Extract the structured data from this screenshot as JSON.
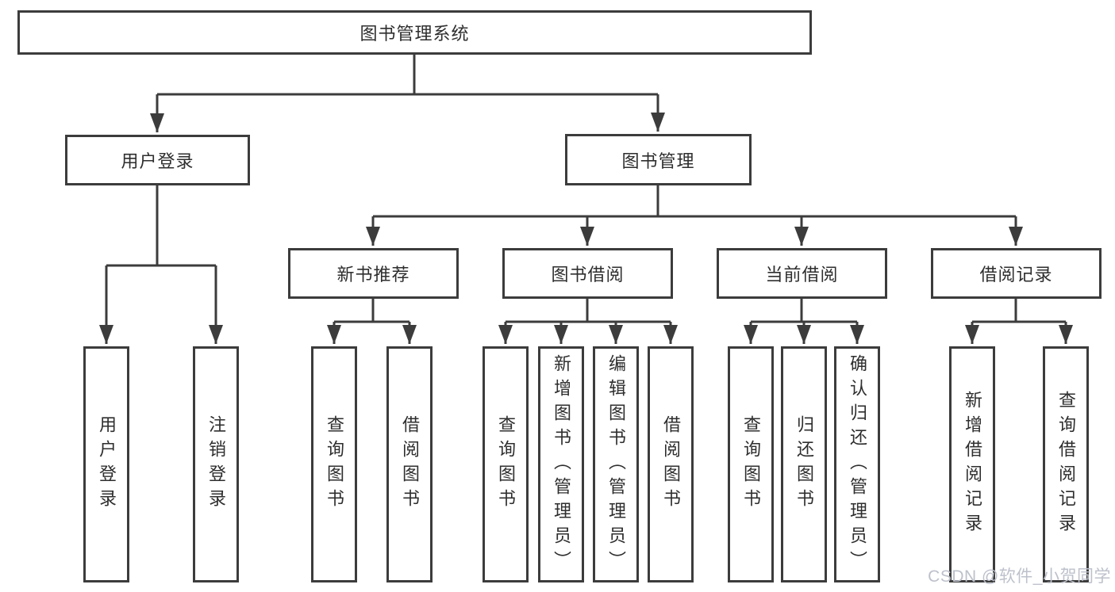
{
  "chart": {
    "root": {
      "label": "图书管理系统"
    },
    "branches": [
      {
        "label": "用户登录",
        "children": [
          {
            "label": "用户登录"
          },
          {
            "label": "注销登录"
          }
        ]
      },
      {
        "label": "图书管理",
        "children": [
          {
            "label": "新书推荐",
            "children": [
              {
                "label": "查询图书"
              },
              {
                "label": "借阅图书"
              }
            ]
          },
          {
            "label": "图书借阅",
            "children": [
              {
                "label": "查询图书"
              },
              {
                "label": "新增图书（管理员）"
              },
              {
                "label": "编辑图书（管理员）"
              },
              {
                "label": "借阅图书"
              }
            ]
          },
          {
            "label": "当前借阅",
            "children": [
              {
                "label": "查询图书"
              },
              {
                "label": "归还图书"
              },
              {
                "label": "确认归还（管理员）"
              }
            ]
          },
          {
            "label": "借阅记录",
            "children": [
              {
                "label": "新增借阅记录"
              },
              {
                "label": "查询借阅记录"
              }
            ]
          }
        ]
      }
    ]
  },
  "watermark": "CSDN @软件_小贺同学",
  "colors": {
    "line": "#3c3c3c",
    "text": "#2e2e2e",
    "watermark": "#bdc1cb",
    "background": "#ffffff"
  }
}
